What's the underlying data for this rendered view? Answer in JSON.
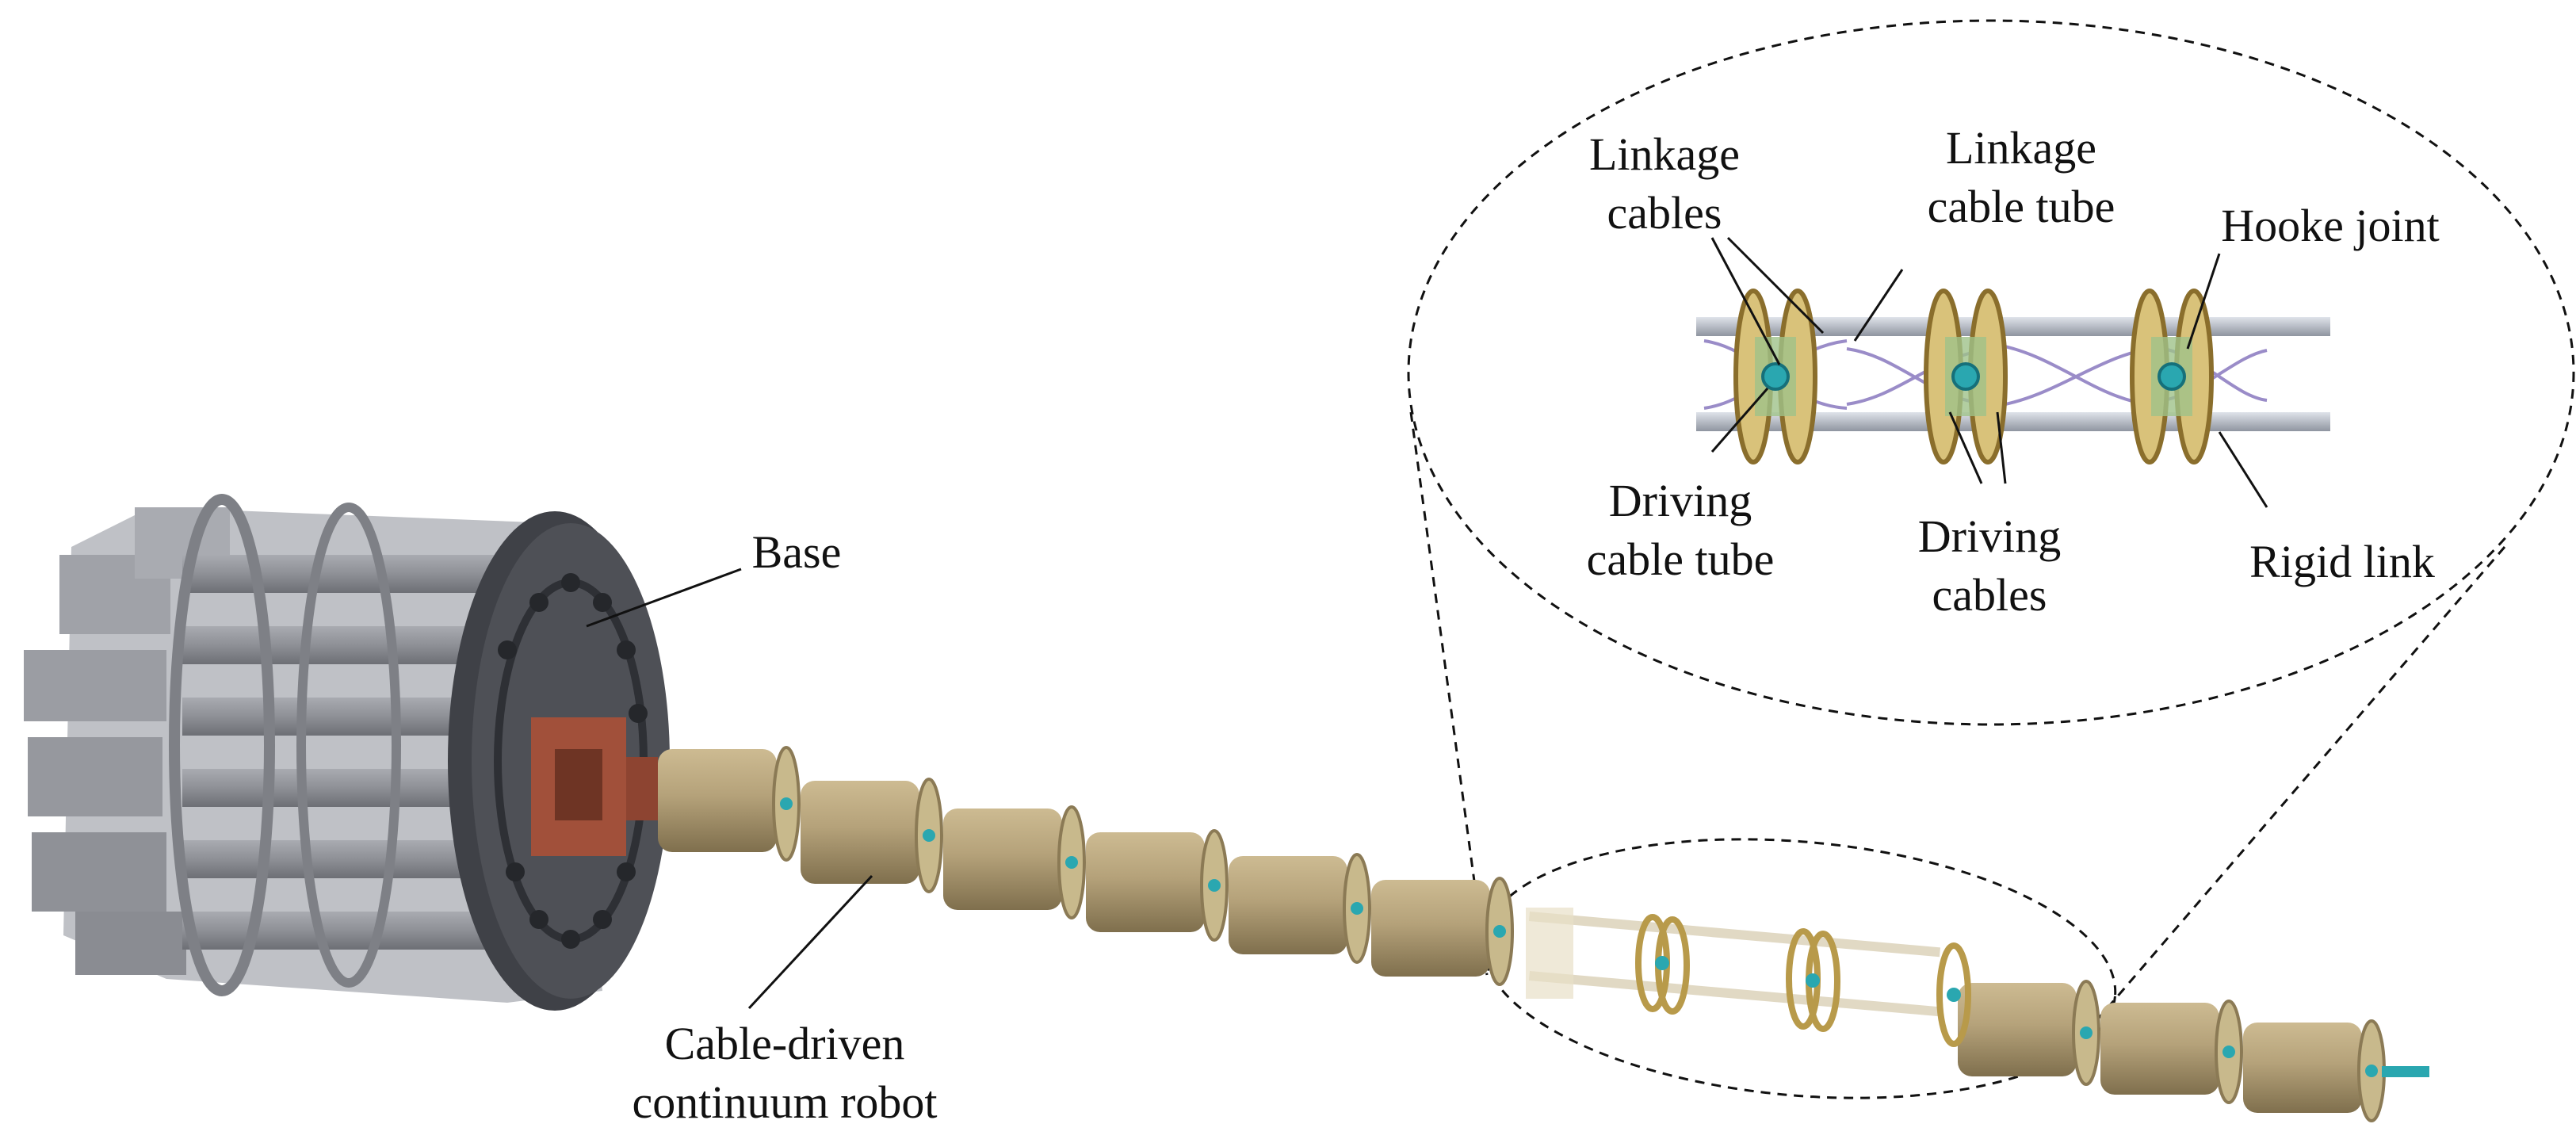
{
  "labels": {
    "base": "Base",
    "robot": "Cable-driven\ncontinuum robot",
    "linkage_cables": "Linkage\ncables",
    "linkage_cable_tube": "Linkage\ncable tube",
    "hooke_joint": "Hooke joint",
    "driving_cable_tube": "Driving\ncable tube",
    "driving_cables": "Driving\ncables",
    "rigid_link": "Rigid link"
  },
  "colors": {
    "base_housing": "#8e9096",
    "base_plate": "#4a4c52",
    "base_adapter": "#a1503a",
    "segment_body": "#b5a27a",
    "segment_shadow": "#8b7a55",
    "disk_gold": "#c8a850",
    "joint_cyan": "#2aa7b0",
    "rod_silver": "#b7bcc6",
    "cable_purple": "#9a8cc8",
    "leader_line": "#111111"
  }
}
